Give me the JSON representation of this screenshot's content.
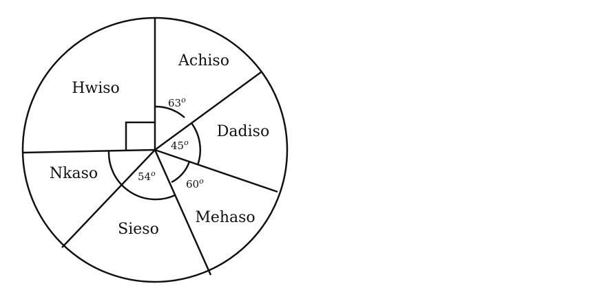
{
  "chart_data": {
    "type": "pie",
    "categories": [
      "Achiso",
      "Dadiso",
      "Mehaso",
      "Sieso",
      "Nkaso",
      "Hwiso"
    ],
    "angles_deg": [
      63,
      45,
      60,
      54,
      null,
      90
    ],
    "angle_labels": [
      {
        "value": "63",
        "unit": "o"
      },
      {
        "value": "45",
        "unit": "o"
      },
      {
        "value": "60",
        "unit": "o"
      },
      {
        "value": "54",
        "unit": "o"
      }
    ],
    "right_angle_marker": "Hwiso"
  }
}
